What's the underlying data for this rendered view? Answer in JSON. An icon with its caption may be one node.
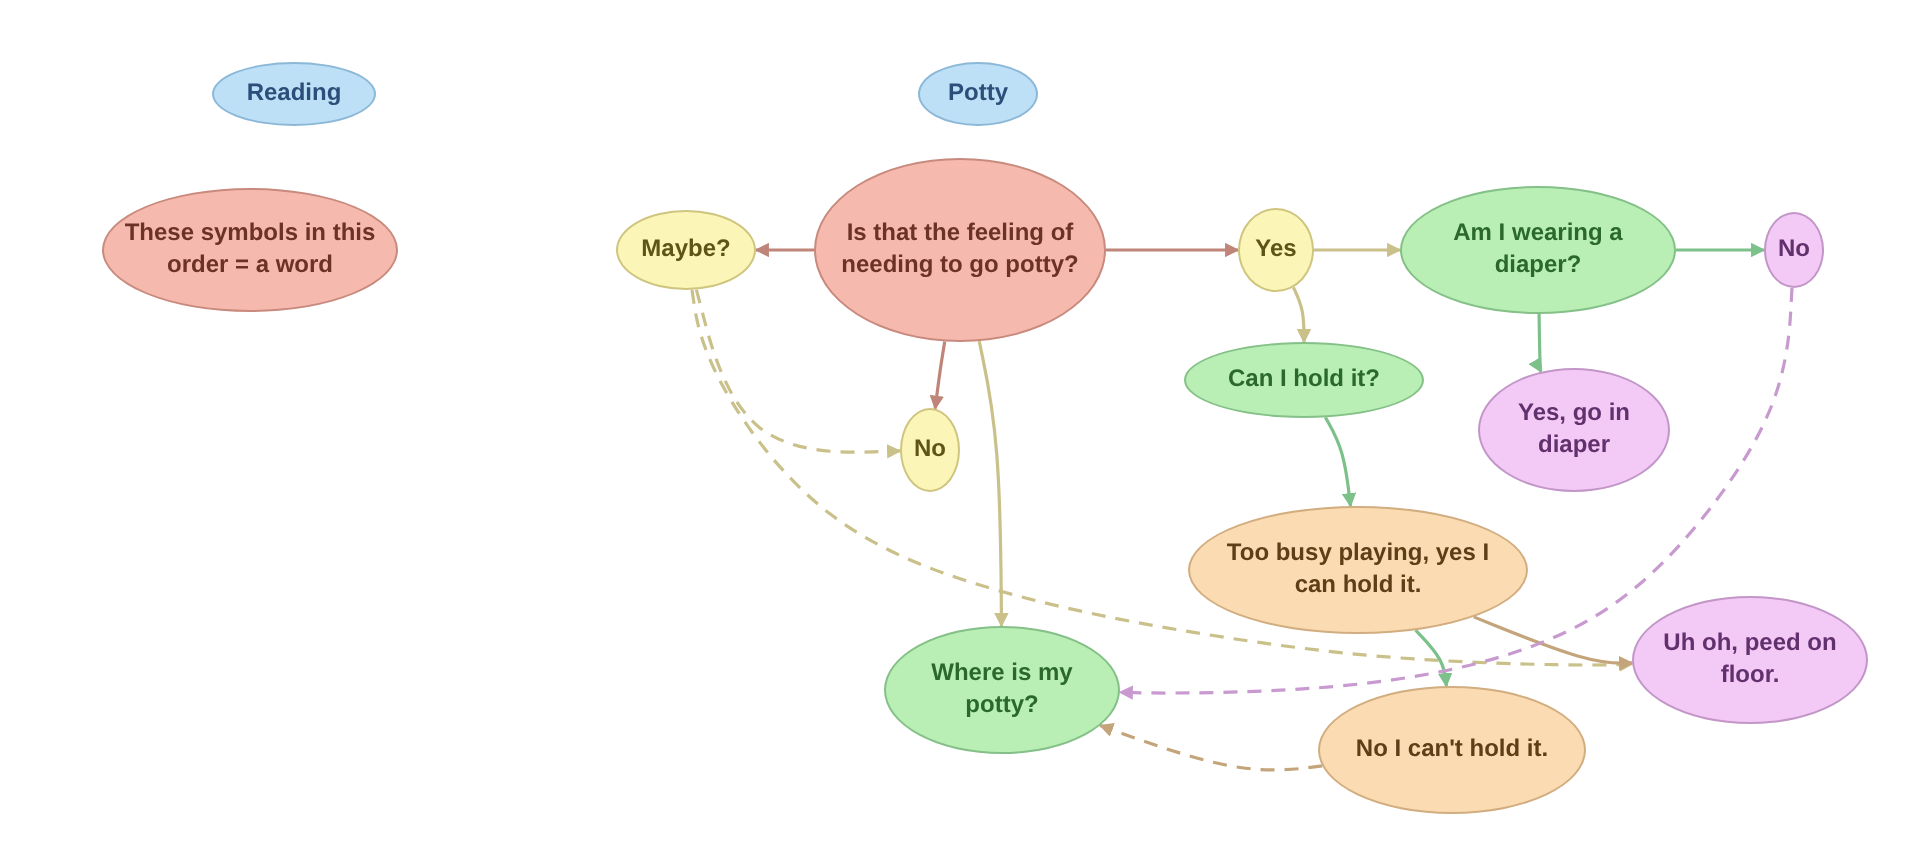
{
  "diagram": {
    "nodes": [
      {
        "text": [
          "Reading"
        ]
      },
      {
        "text": [
          "These symbols in this order = a word"
        ]
      },
      {
        "text": [
          "Potty"
        ]
      },
      {
        "text": [
          "Is that the feeling of needing to go potty?"
        ]
      },
      {
        "text": [
          "Maybe?"
        ]
      },
      {
        "text": [
          "Yes"
        ]
      },
      {
        "text": [
          "Am I wearing a diaper?"
        ]
      },
      {
        "text": [
          "No"
        ]
      },
      {
        "text": [
          "No"
        ]
      },
      {
        "text": [
          "Can I hold it?"
        ]
      },
      {
        "text": [
          "Yes, go in diaper"
        ]
      },
      {
        "text": [
          "Too busy playing, yes I can hold it."
        ]
      },
      {
        "text": [
          "Where is my potty?"
        ]
      },
      {
        "text": [
          "Uh oh, peed on floor."
        ]
      },
      {
        "text": [
          "No I can't hold it."
        ]
      }
    ],
    "edges": [
      {
        "from": 3,
        "to": 4,
        "arrow": "to",
        "color": "#c0857a"
      },
      {
        "from": 3,
        "to": 5,
        "arrow": "to",
        "color": "#c0857a"
      },
      {
        "from": 3,
        "to": 8,
        "arrow": "to",
        "color": "#c0857a"
      },
      {
        "from": 3,
        "to": 12,
        "arrow": "to"
      },
      {
        "from": 4,
        "to": 8,
        "arrow": "to",
        "style": "dashed"
      },
      {
        "from": 4,
        "to": 13,
        "arrow": "to",
        "style": "dashed"
      },
      {
        "from": 5,
        "to": 6,
        "arrow": "to"
      },
      {
        "from": 5,
        "to": 9,
        "arrow": "to"
      },
      {
        "from": 6,
        "to": 7,
        "arrow": "to",
        "color": "#7cc08a"
      },
      {
        "from": 6,
        "to": 10,
        "arrow": "to",
        "color": "#7cc08a"
      },
      {
        "from": 9,
        "to": 11,
        "arrow": "to",
        "color": "#7cc08a"
      },
      {
        "from": 11,
        "to": 14,
        "arrow": "to",
        "color": "#7cc08a"
      },
      {
        "from": 11,
        "to": 13,
        "arrow": "to",
        "color": "#c4a47a"
      },
      {
        "from": 7,
        "to": 12,
        "arrow": "to",
        "style": "dashed",
        "color": "#c89ad0"
      },
      {
        "from": 14,
        "to": 12,
        "arrow": "to",
        "style": "dashed",
        "color": "#c4a47a"
      }
    ]
  }
}
